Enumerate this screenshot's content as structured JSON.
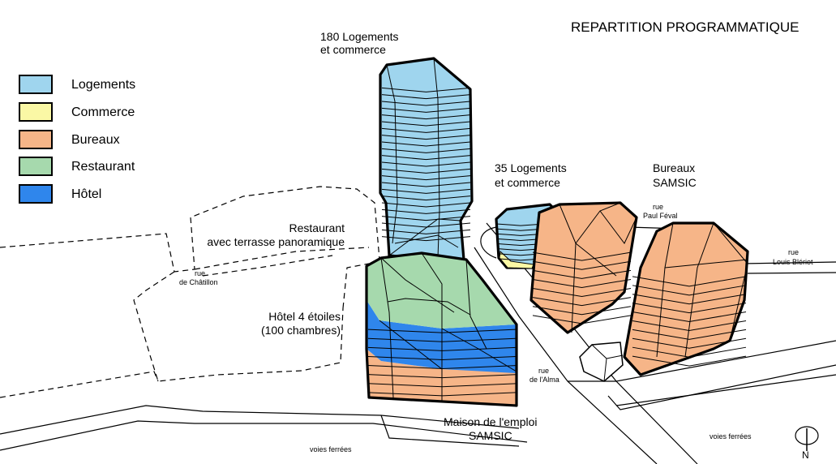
{
  "title": "REPARTITION PROGRAMMATIQUE",
  "legend": [
    {
      "label": "Logements",
      "color": "#9fd5ee"
    },
    {
      "label": "Commerce",
      "color": "#faf8a5"
    },
    {
      "label": "Bureaux",
      "color": "#f6b588"
    },
    {
      "label": "Restaurant",
      "color": "#a6d9ad"
    },
    {
      "label": "Hôtel",
      "color": "#2f86ec"
    }
  ],
  "labels": {
    "tower_line1": "180 Logements",
    "tower_line2": "et commerce",
    "small_line1": "35 Logements",
    "small_line2": "et commerce",
    "bureaux_line1": "Bureaux",
    "bureaux_line2": "SAMSIC",
    "restaurant_line1": "Restaurant",
    "restaurant_line2": "avec terrasse panoramique",
    "hotel_line1": "Hôtel 4 étoiles",
    "hotel_line2": "(100 chambres)",
    "maison_line1": "Maison de l'emploi",
    "maison_line2": "SAMSIC"
  },
  "streets": {
    "paul_feval_1": "rue",
    "paul_feval_2": "Paul Féval",
    "bleriot_1": "rue",
    "bleriot_2": "Louis Blériot",
    "chatillon_1": "rue",
    "chatillon_2": "de Châtillon",
    "alma_1": "rue",
    "alma_2": "de l'Alma",
    "voies_left": "voies ferrées",
    "voies_right": "voies ferrées"
  },
  "compass": "N"
}
